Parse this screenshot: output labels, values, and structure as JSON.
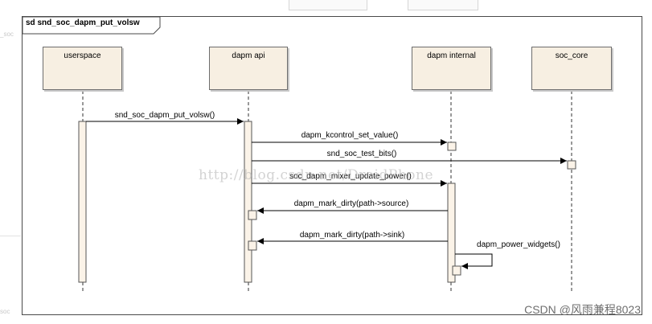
{
  "frame": {
    "label": "sd snd_soc_dapm_put_volsw"
  },
  "lifelines": [
    {
      "id": "userspace",
      "name": "userspace"
    },
    {
      "id": "dapm_api",
      "name": "dapm api"
    },
    {
      "id": "dapm_internal",
      "name": "dapm internal"
    },
    {
      "id": "soc_core",
      "name": "soc_core"
    }
  ],
  "messages": [
    {
      "label": "snd_soc_dapm_put_volsw()",
      "from": "userspace",
      "to": "dapm_api"
    },
    {
      "label": "dapm_kcontrol_set_value()",
      "from": "dapm_api",
      "to": "dapm_internal"
    },
    {
      "label": "snd_soc_test_bits()",
      "from": "dapm_api",
      "to": "soc_core"
    },
    {
      "label": "soc_dapm_mixer_update_power()",
      "from": "dapm_api",
      "to": "dapm_internal"
    },
    {
      "label": "dapm_mark_dirty(path->source)",
      "from": "dapm_internal",
      "to": "dapm_api"
    },
    {
      "label": "dapm_mark_dirty(path->sink)",
      "from": "dapm_internal",
      "to": "dapm_api"
    },
    {
      "label": "dapm_power_widgets()",
      "from": "dapm_internal",
      "to": "dapm_internal"
    }
  ],
  "watermark": "http://blog.csdn.net/DroidPhone",
  "credit": "CSDN @风雨兼程8023",
  "background_fragments": [
    "_soc",
    "soc"
  ],
  "colors": {
    "lifeline_fill": "#f7efe2",
    "line": "#4a4a4a",
    "activation_fill": "#fbf3e8"
  }
}
